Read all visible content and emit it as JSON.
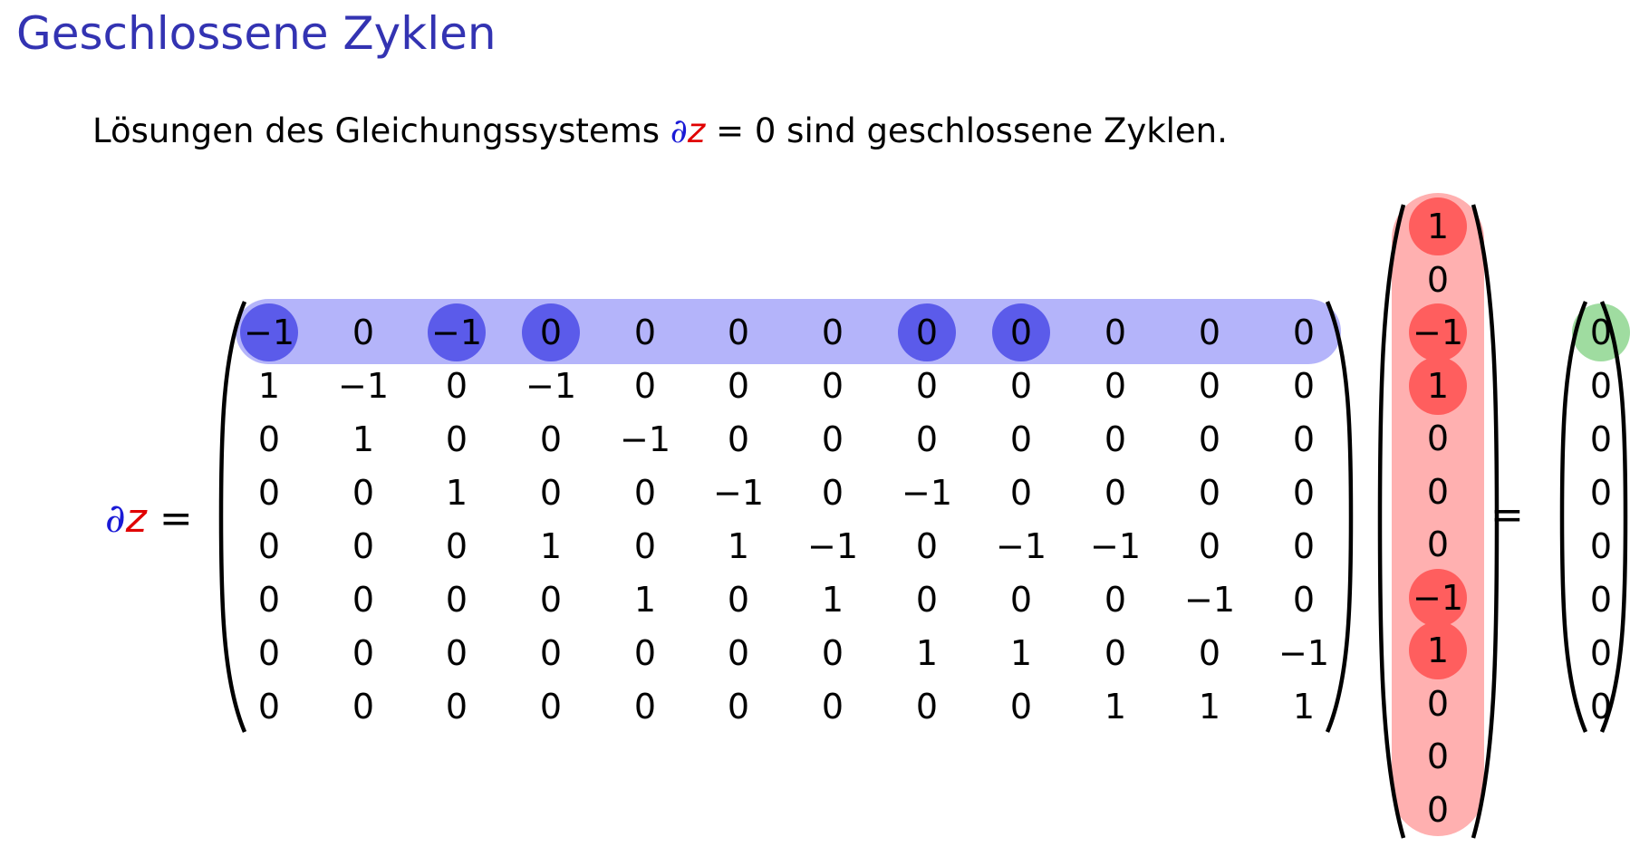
{
  "title": "Geschlossene Zyklen",
  "intro": {
    "before": "Lösungen des Gleichungssystems ",
    "partial": "∂",
    "z": "z",
    "after_math": " = 0",
    "after": " sind geschlossene Zyklen."
  },
  "equation": {
    "lhs_partial": "∂",
    "lhs_z": "z",
    "lhs_equals": " =",
    "equals": "="
  },
  "colors": {
    "title": "#3333b2",
    "partial": "#1a1ad6",
    "z": "#e00000",
    "row_highlight": "#b4b4fa",
    "row_circle": "#5b5bea",
    "col_highlight": "#ffb0b0",
    "col_circle": "#ff5e5e",
    "result_circle": "#9fdca0"
  },
  "matrix": [
    [
      "−1",
      "0",
      "−1",
      "0",
      "0",
      "0",
      "0",
      "0",
      "0",
      "0",
      "0",
      "0"
    ],
    [
      "1",
      "−1",
      "0",
      "−1",
      "0",
      "0",
      "0",
      "0",
      "0",
      "0",
      "0",
      "0"
    ],
    [
      "0",
      "1",
      "0",
      "0",
      "−1",
      "0",
      "0",
      "0",
      "0",
      "0",
      "0",
      "0"
    ],
    [
      "0",
      "0",
      "1",
      "0",
      "0",
      "−1",
      "0",
      "−1",
      "0",
      "0",
      "0",
      "0"
    ],
    [
      "0",
      "0",
      "0",
      "1",
      "0",
      "1",
      "−1",
      "0",
      "−1",
      "−1",
      "0",
      "0"
    ],
    [
      "0",
      "0",
      "0",
      "0",
      "1",
      "0",
      "1",
      "0",
      "0",
      "0",
      "−1",
      "0"
    ],
    [
      "0",
      "0",
      "0",
      "0",
      "0",
      "0",
      "0",
      "1",
      "1",
      "0",
      "0",
      "−1"
    ],
    [
      "0",
      "0",
      "0",
      "0",
      "0",
      "0",
      "0",
      "0",
      "0",
      "1",
      "1",
      "1"
    ]
  ],
  "vector_z": [
    "1",
    "0",
    "−1",
    "1",
    "0",
    "0",
    "0",
    "−1",
    "1",
    "0",
    "0",
    "0"
  ],
  "result": [
    "0",
    "0",
    "0",
    "0",
    "0",
    "0",
    "0",
    "0"
  ],
  "highlights": {
    "matrix_row": 0,
    "matrix_row_circled_columns": [
      0,
      2,
      3,
      7,
      8
    ],
    "vector_circled_entries": [
      0,
      2,
      3,
      7,
      8
    ],
    "result_circled_entry": 0
  }
}
